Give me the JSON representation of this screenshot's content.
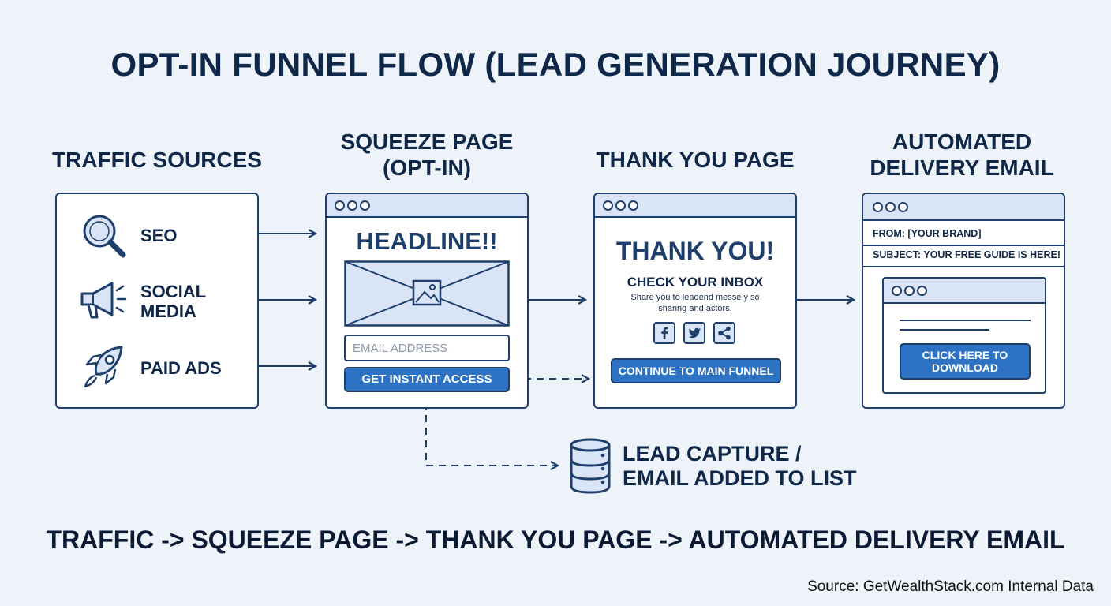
{
  "title": "OPT-IN FUNNEL FLOW (LEAD GENERATION JOURNEY)",
  "columns": {
    "traffic": "TRAFFIC SOURCES",
    "squeeze_l1": "SQUEEZE PAGE",
    "squeeze_l2": "(OPT-IN)",
    "thanks": "THANK YOU PAGE",
    "email_l1": "AUTOMATED",
    "email_l2": "DELIVERY EMAIL"
  },
  "traffic_sources": [
    {
      "label": "SEO",
      "icon": "magnifier-icon"
    },
    {
      "label_l1": "SOCIAL",
      "label_l2": "MEDIA",
      "icon": "megaphone-icon"
    },
    {
      "label": "PAID ADS",
      "icon": "rocket-icon"
    }
  ],
  "squeeze": {
    "headline": "HEADLINE!!",
    "email_placeholder": "EMAIL ADDRESS",
    "cta": "GET INSTANT ACCESS"
  },
  "thanks": {
    "heading": "THANK YOU!",
    "subheading": "CHECK YOUR INBOX",
    "body_l1": "Share you to leadend messe y so",
    "body_l2": "sharing and actors.",
    "social_icons": [
      "facebook-icon",
      "twitter-icon",
      "share-icon"
    ],
    "cta": "CONTINUE TO MAIN FUNNEL"
  },
  "email": {
    "from": "FROM: [YOUR BRAND]",
    "subject": "SUBJECT: YOUR FREE GUIDE IS HERE!",
    "cta_l1": "CLICK HERE TO",
    "cta_l2": "DOWNLOAD"
  },
  "lead_capture": {
    "l1": "LEAD CAPTURE /",
    "l2": "EMAIL ADDED TO LIST",
    "icon": "database-icon"
  },
  "summary": "TRAFFIC -> SQUEEZE PAGE -> THANK YOU PAGE -> AUTOMATED DELIVERY EMAIL",
  "source": "Source: GetWealthStack.com Internal Data",
  "colors": {
    "navy": "#1e3f6b",
    "accent": "#2e72c4",
    "background": "#eef3f9",
    "light_blue": "#d9e5f6"
  }
}
